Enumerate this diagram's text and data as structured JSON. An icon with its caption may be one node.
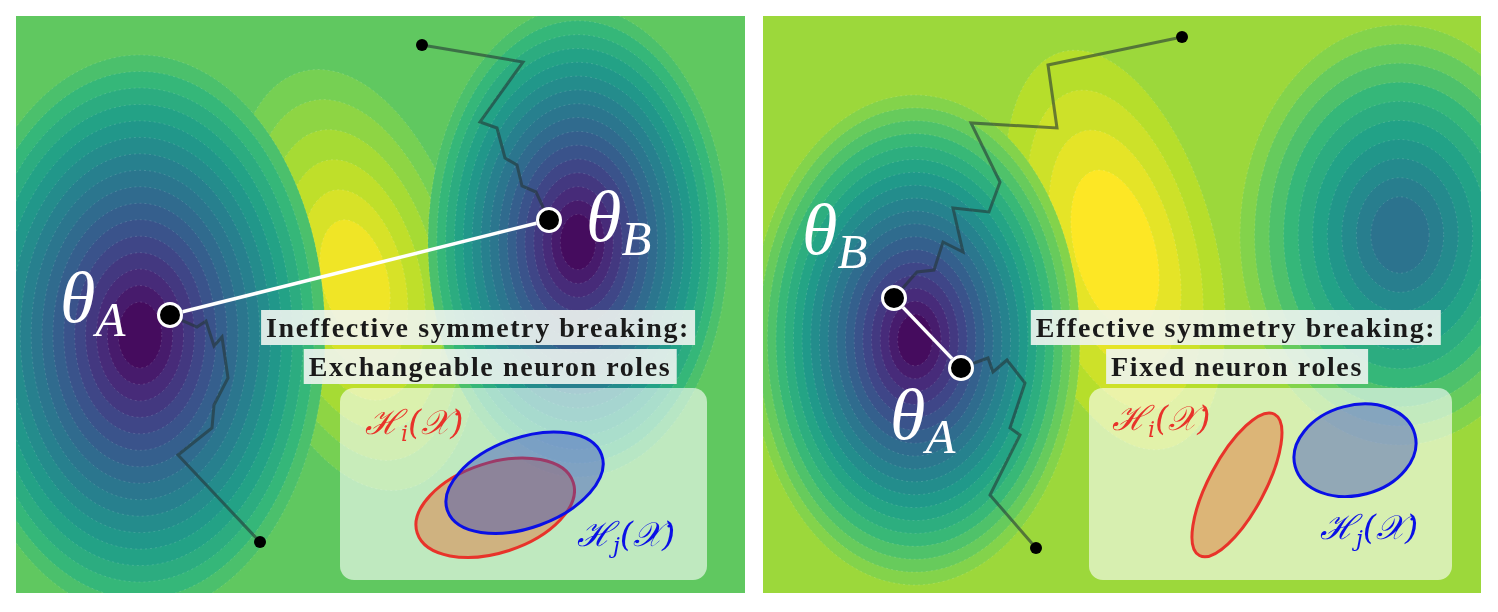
{
  "diagram": {
    "nodes": [
      {
        "text": [],
        "shape": "circle"
      },
      {
        "text": [
          "θ$_{B}$"
        ]
      },
      {
        "text": [
          "θ$_{A}$"
        ]
      },
      {
        "text": [],
        "shape": "circle"
      },
      {
        "text": [
          "Ineffective symmetry breaking:"
        ]
      },
      {
        "text": [
          "Exchangeable neuron roles"
        ]
      },
      {
        "text": [
          "ℋ$_{i}$(𝒳)"
        ]
      },
      {
        "text": [
          "ℋ$_{j}$(𝒳)"
        ]
      },
      {
        "text": [],
        "shape": "circle"
      },
      {
        "text": [
          "θ$_{B}$"
        ]
      },
      {
        "text": [
          "θ$_{A}$"
        ]
      },
      {
        "text": [],
        "shape": "circle"
      },
      {
        "text": [
          "Effective symmetry breaking:"
        ]
      },
      {
        "text": [
          "Fixed neuron roles"
        ]
      },
      {
        "text": [
          "ℋ$_{i}$(𝒳)"
        ]
      },
      {
        "text": [
          "ℋ$_{j}$(𝒳)"
        ]
      }
    ],
    "edges": [
      {
        "from": 0,
        "to": 1,
        "arrow": "none"
      },
      {
        "from": 2,
        "to": 1,
        "arrow": "none",
        "color": "#ffffff"
      },
      {
        "from": 2,
        "to": 3,
        "arrow": "none"
      },
      {
        "from": 8,
        "to": 9,
        "arrow": "none"
      },
      {
        "from": 10,
        "to": 9,
        "arrow": "none",
        "color": "#ffffff"
      },
      {
        "from": 10,
        "to": 11,
        "arrow": "none"
      }
    ]
  }
}
